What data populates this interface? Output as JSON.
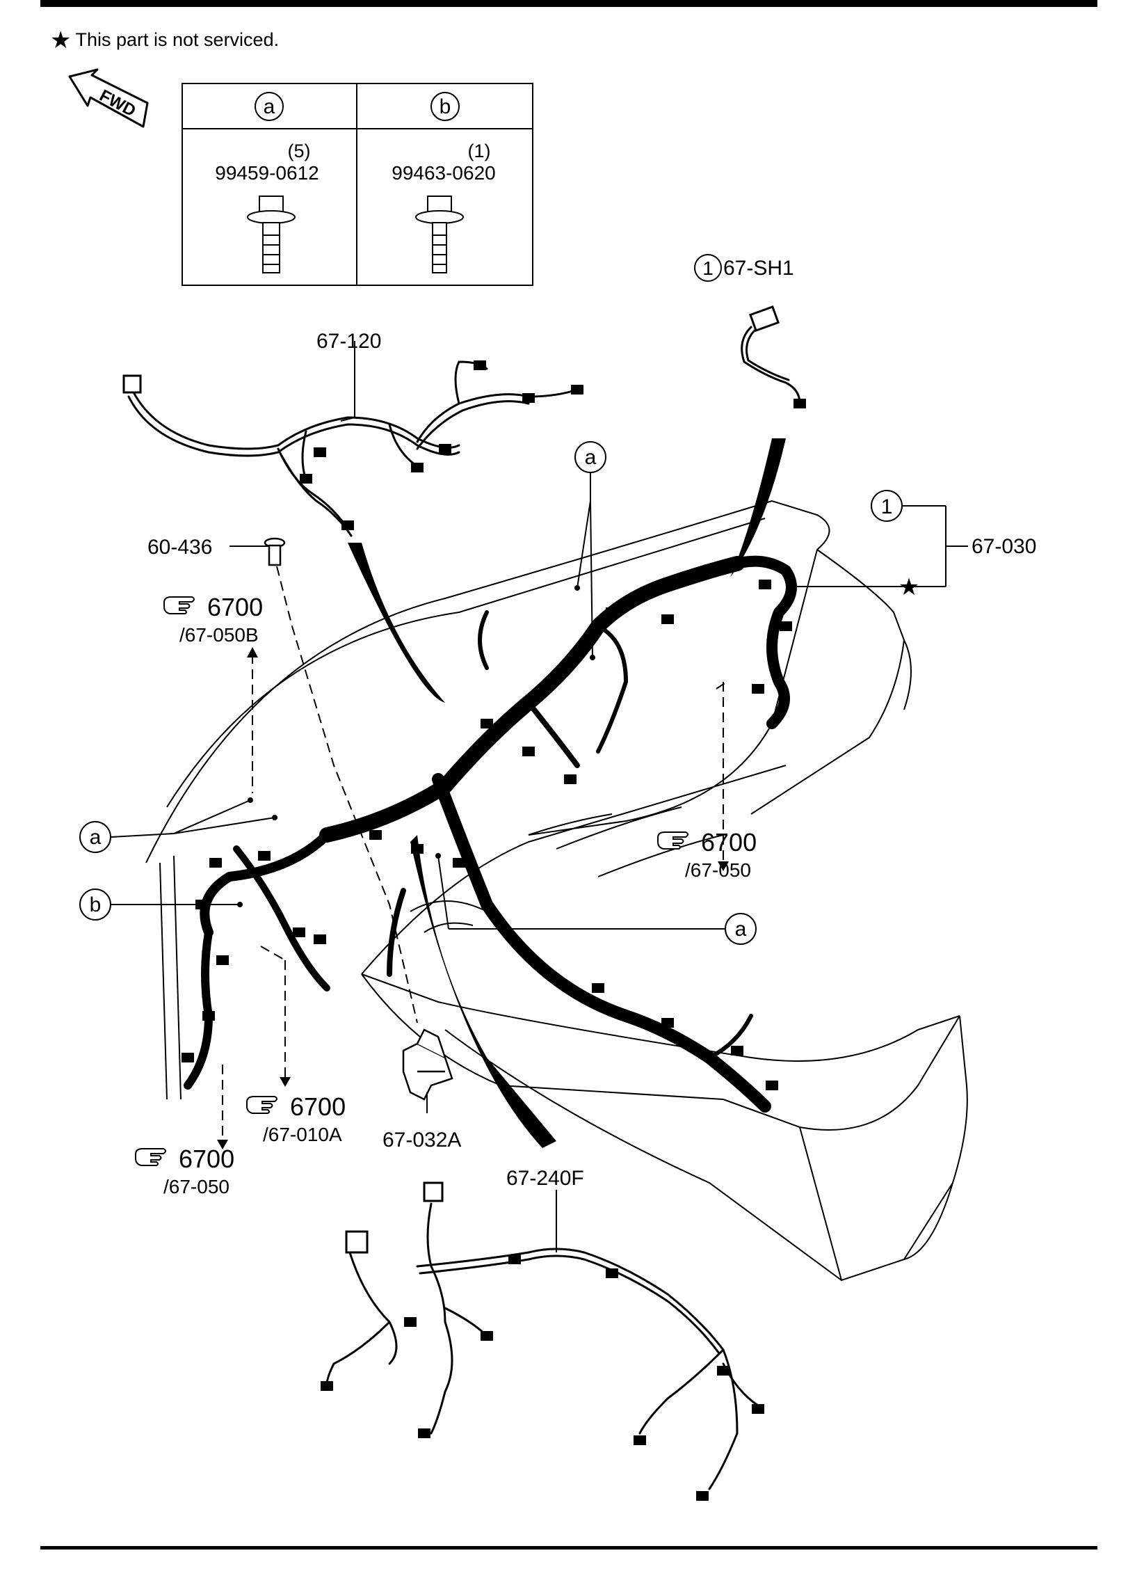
{
  "legend": {
    "note_symbol": "★",
    "note_text": "This part is not serviced."
  },
  "fwd_label": "FWD",
  "fastener_table": {
    "columns": [
      {
        "key": "a",
        "qty": "(5)",
        "part_no": "99459-0612"
      },
      {
        "key": "b",
        "qty": "(1)",
        "part_no": "99463-0620"
      }
    ]
  },
  "callouts": {
    "sh1_num": "1",
    "sh1": "67-SH1",
    "p120": "67-120",
    "group_num": "1",
    "p030": "67-030",
    "p436": "60-436",
    "ref_050b_code": "6700",
    "ref_050b": "/67-050B",
    "ref_050_right_code": "6700",
    "ref_050_right": "/67-050",
    "ref_010a_code": "6700",
    "ref_010a": "/67-010A",
    "ref_050_left_code": "6700",
    "ref_050_left": "/67-050",
    "p032a": "67-032A",
    "p240f": "67-240F",
    "a_top": "a",
    "a_left": "a",
    "b_left": "b",
    "a_center": "a",
    "star_marker": "★"
  },
  "colors": {
    "line": "#000000",
    "background": "#ffffff"
  }
}
